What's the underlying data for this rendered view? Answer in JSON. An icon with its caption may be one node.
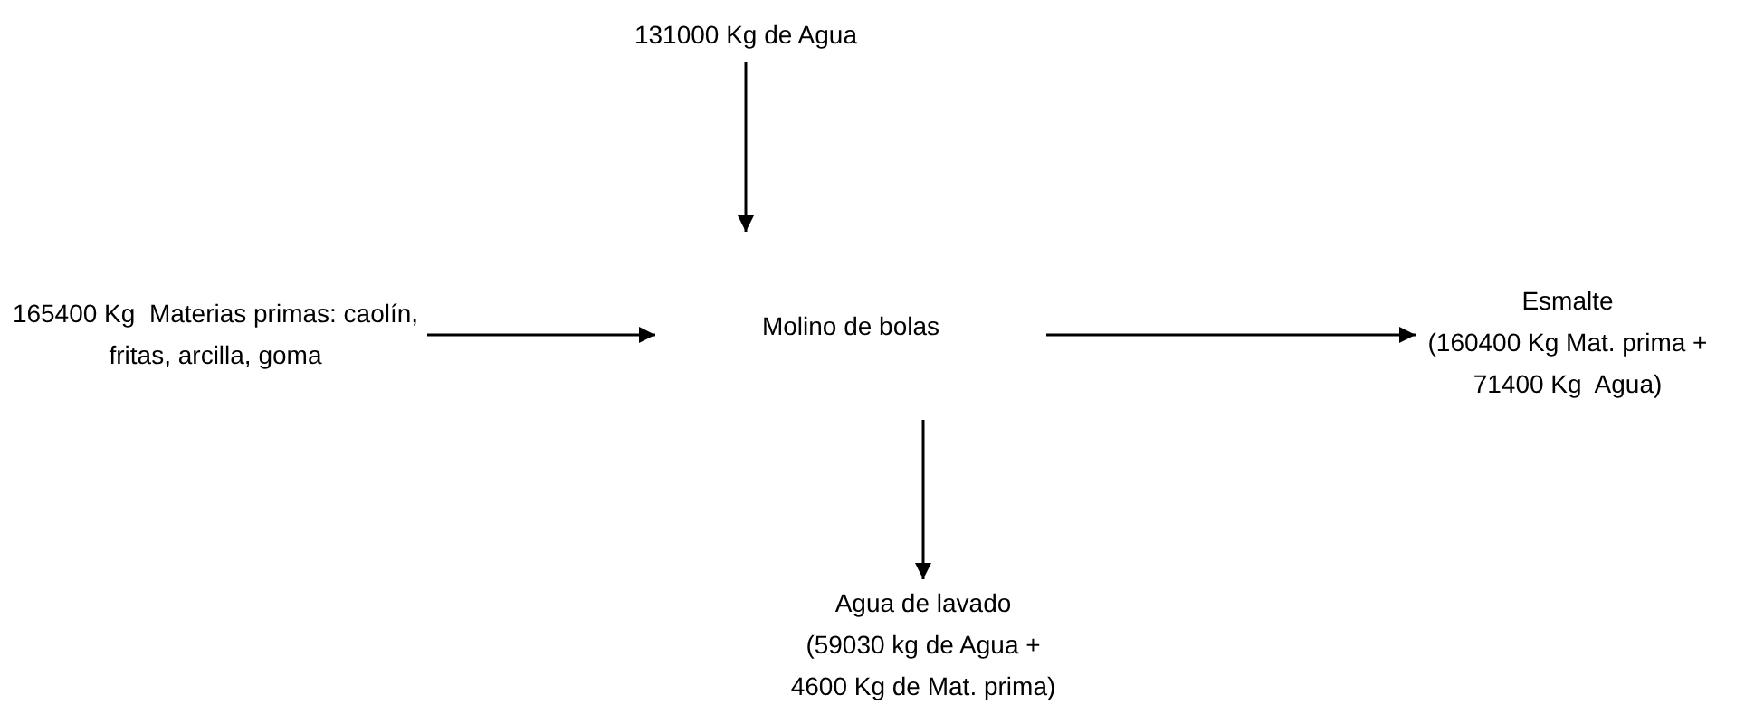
{
  "diagram": {
    "nodes": [
      {
        "text": [
          "131000 Kg de Agua"
        ]
      },
      {
        "text": [
          "165400 Kg  Materias primas: caolín, fritas, arcilla, goma"
        ]
      },
      {
        "text": [
          "Molino de bolas"
        ]
      },
      {
        "text": [
          "Esmalte",
          "(160400 Kg Mat. prima + 71400 Kg  Agua)"
        ]
      },
      {
        "text": [
          "Agua de lavado",
          "(59030 kg de Agua + 4600 Kg de Mat. prima)"
        ]
      }
    ],
    "edges": [
      {
        "from": 0,
        "to": 2,
        "arrow": "to"
      },
      {
        "from": 1,
        "to": 2,
        "arrow": "to"
      },
      {
        "from": 2,
        "to": 3,
        "arrow": "to"
      },
      {
        "from": 2,
        "to": 4,
        "arrow": "to"
      }
    ]
  }
}
